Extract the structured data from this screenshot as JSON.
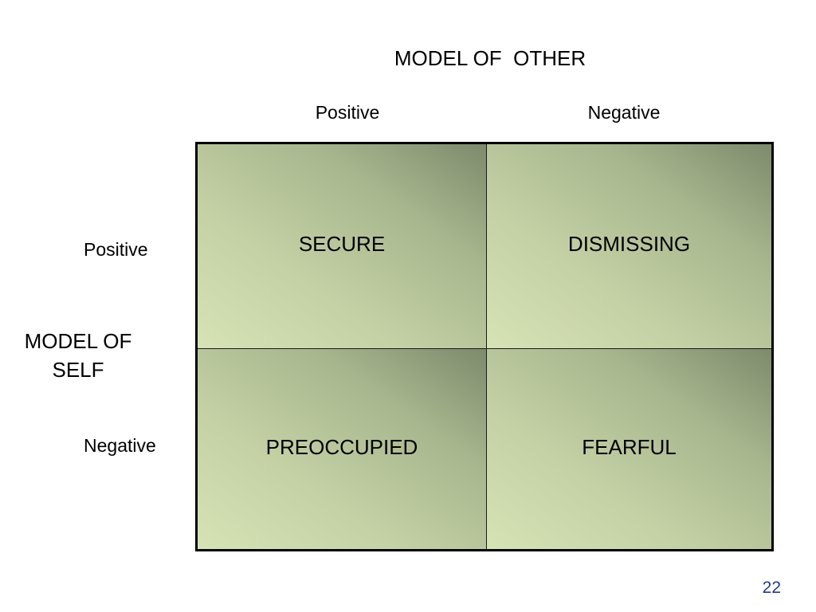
{
  "other_axis": {
    "title": "MODEL OF  OTHER",
    "positive": "Positive",
    "negative": "Negative"
  },
  "self_axis": {
    "title_line1": "MODEL OF",
    "title_line2": "SELF",
    "positive": "Positive",
    "negative": "Negative"
  },
  "quadrants": {
    "top_left": "SECURE",
    "top_right": "DISMISSING",
    "bottom_left": "PREOCCUPIED",
    "bottom_right": "FEARFUL"
  },
  "slide_number": "22",
  "colors": {
    "cell_light": "#d6e3b5",
    "cell_dark": "#7d8a6c",
    "page_number": "#1f3b8c"
  }
}
